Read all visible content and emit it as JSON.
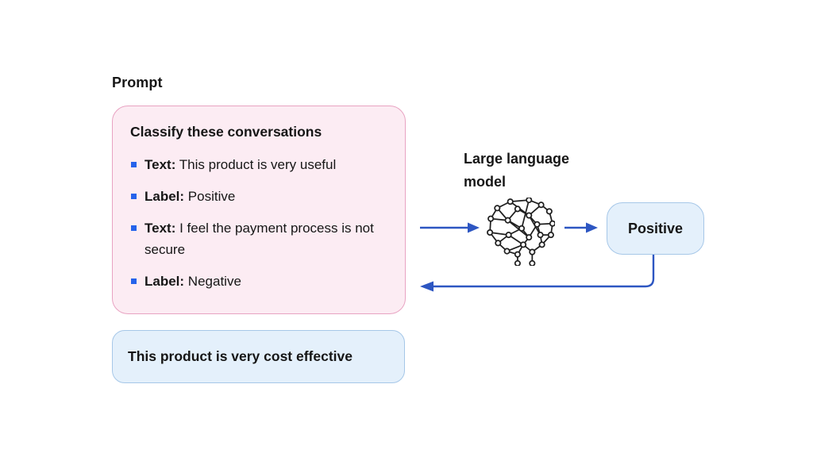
{
  "prompt_section": {
    "heading": "Prompt"
  },
  "prompt_box": {
    "title": "Classify these conversations",
    "items": [
      {
        "label": "Text:",
        "value": "This product is very useful"
      },
      {
        "label": "Label:",
        "value": "Positive"
      },
      {
        "label": "Text:",
        "value": "I feel the payment process is not secure"
      },
      {
        "label": "Label:",
        "value": "Negative"
      }
    ]
  },
  "input_box": {
    "text": "This product is very cost effective"
  },
  "model": {
    "label": "Large language model",
    "icon": "neural-network-brain-icon"
  },
  "output_box": {
    "label": "Positive"
  },
  "colors": {
    "background": "#ffffff",
    "ink": "#161616",
    "arrow": "#2d56c2",
    "bullet": "#2563eb",
    "pink_fill": "#fcecf3",
    "pink_border": "#e8a3c2",
    "blue_fill": "#e4f0fb",
    "blue_border": "#a6c7e8",
    "icon_ink": "#1f1f1f"
  }
}
